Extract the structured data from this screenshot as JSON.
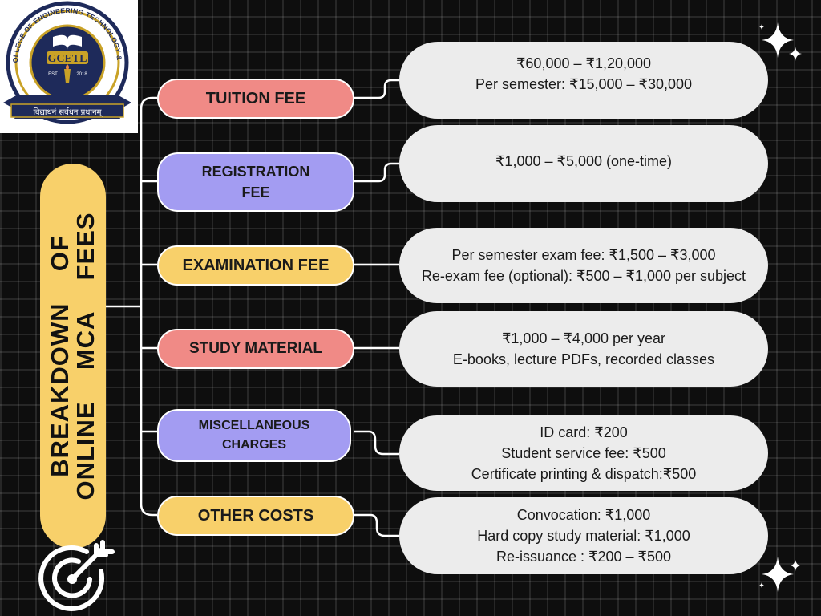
{
  "logo": {
    "college_name": "GLOBAL COLLEGE OF ENGINEERING TECHNOLOGY & LEARNING",
    "abbr": "GCETL",
    "est": "EST",
    "year": "2018",
    "motto": "विद्याधनं सर्वधन प्रधानम्",
    "icon": "college-emblem"
  },
  "title": {
    "line1": "BREAKDOWN  OF",
    "line2": "ONLINE  MCA  FEES"
  },
  "categories": [
    {
      "label": "TUITION FEE",
      "color": "red",
      "details": [
        "₹60,000 – ₹1,20,000",
        "Per semester: ₹15,000 – ₹30,000"
      ]
    },
    {
      "label": "REGISTRATION FEE",
      "color": "purple",
      "details": [
        "₹1,000 – ₹5,000 (one-time)"
      ]
    },
    {
      "label": "EXAMINATION FEE",
      "color": "yellow",
      "details": [
        "Per semester exam fee: ₹1,500 – ₹3,000",
        "Re-exam fee (optional): ₹500 – ₹1,000 per subject"
      ]
    },
    {
      "label": "STUDY MATERIAL",
      "color": "red",
      "details": [
        "₹1,000 – ₹4,000 per year",
        "E-books, lecture PDFs, recorded classes"
      ]
    },
    {
      "label": "MISCELLANEOUS CHARGES",
      "color": "purple",
      "details": [
        "ID card: ₹200",
        "Student service fee: ₹500",
        "Certificate printing & dispatch:₹500"
      ]
    },
    {
      "label": "OTHER COSTS",
      "color": "yellow",
      "details": [
        "Convocation: ₹1,000",
        "Hard copy study material: ₹1,000",
        "Re-issuance : ₹200 – ₹500"
      ]
    }
  ],
  "colors": {
    "red": "#f08a86",
    "purple": "#a39cf2",
    "yellow": "#f8d06a",
    "detail_bg": "#ececec",
    "background": "#0e0e0e"
  },
  "decor_icons": [
    "sparkle-icon",
    "target-arrow-icon"
  ]
}
